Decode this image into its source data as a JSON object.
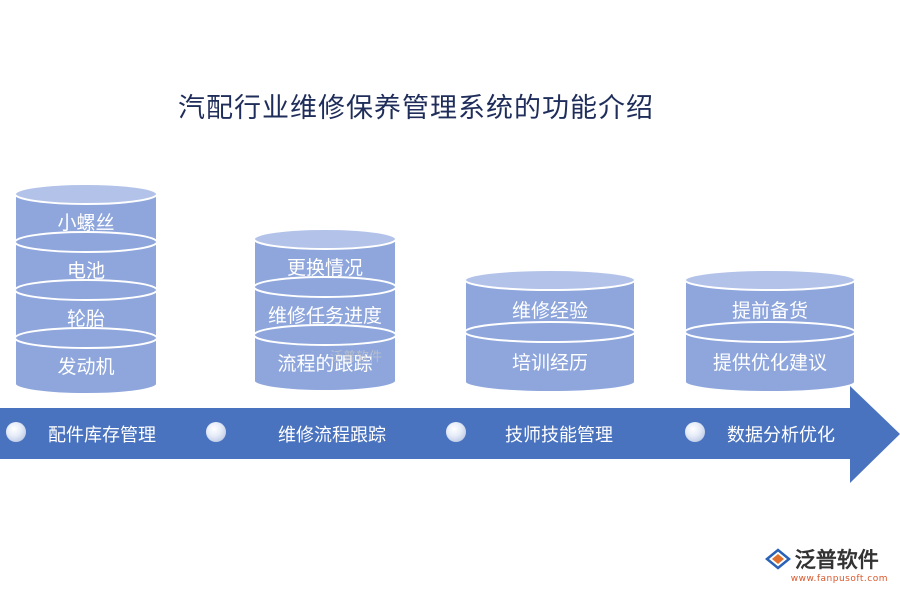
{
  "title": "汽配行业维修保养管理系统的功能介绍",
  "colors": {
    "arrow": "#4472c4",
    "cylinder_body": "#8ea6dc",
    "cylinder_top": "#b2c2e9",
    "text_dark": "#1f2d5a"
  },
  "columns": [
    {
      "category": "配件库存管理",
      "items": [
        "小螺丝",
        "电池",
        "轮胎",
        "发动机"
      ]
    },
    {
      "category": "维修流程跟踪",
      "items": [
        "更换情况",
        "维修任务进度",
        "流程的跟踪"
      ]
    },
    {
      "category": "技师技能管理",
      "items": [
        "维修经验",
        "培训经历"
      ]
    },
    {
      "category": "数据分析优化",
      "items": [
        "提前备货",
        "提供优化建议"
      ]
    }
  ],
  "watermark": "泛普软件",
  "logo": {
    "name": "泛普软件",
    "url": "www.fanpusoft.com",
    "icon": "fanpu-logo-icon"
  }
}
